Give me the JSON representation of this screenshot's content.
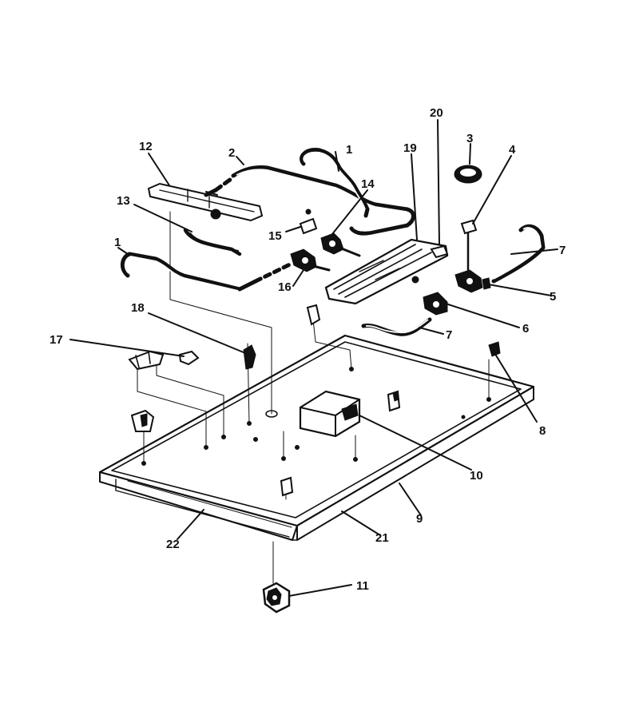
{
  "diagram": {
    "callouts": [
      "1",
      "2",
      "3",
      "4",
      "5",
      "6",
      "7",
      "8",
      "9",
      "10",
      "11",
      "12",
      "13",
      "14",
      "15",
      "16",
      "17",
      "18",
      "19",
      "20",
      "21",
      "22"
    ],
    "callout_1a": "1",
    "callout_1b": "1",
    "callout_2": "2",
    "callout_3": "3",
    "callout_4": "4",
    "callout_5": "5",
    "callout_6": "6",
    "callout_7a": "7",
    "callout_7b": "7",
    "callout_8": "8",
    "callout_9": "9",
    "callout_10": "10",
    "callout_11": "11",
    "callout_12": "12",
    "callout_13": "13",
    "callout_14": "14",
    "callout_15": "15",
    "callout_16": "16",
    "callout_17": "17",
    "callout_18": "18",
    "callout_19": "19",
    "callout_20": "20",
    "callout_21": "21",
    "callout_22": "22"
  }
}
